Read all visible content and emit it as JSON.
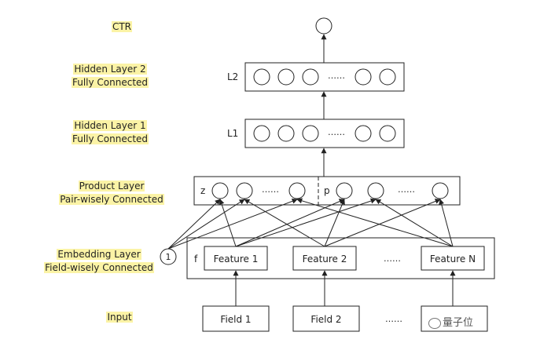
{
  "labels": {
    "ctr": "CTR",
    "hidden2_line1": "Hidden Layer 2",
    "hidden2_line2": "Fully Connected",
    "hidden1_line1": "Hidden Layer 1",
    "hidden1_line2": "Fully Connected",
    "product_line1": "Product Layer",
    "product_line2": "Pair-wisely Connected",
    "embedding_line1": "Embedding Layer",
    "embedding_line2": "Field-wisely Connected",
    "input": "Input"
  },
  "layer_tags": {
    "l2": "L2",
    "l1": "L1",
    "z": "z",
    "p": "p",
    "f": "f",
    "one": "1"
  },
  "ellipsis": "……",
  "features": [
    "Feature 1",
    "Feature 2",
    "Feature N"
  ],
  "fields": [
    "Field 1",
    "Field 2"
  ],
  "watermark": "量子位",
  "colors": {
    "highlight": "#fbf3a6",
    "stroke": "#222222"
  }
}
